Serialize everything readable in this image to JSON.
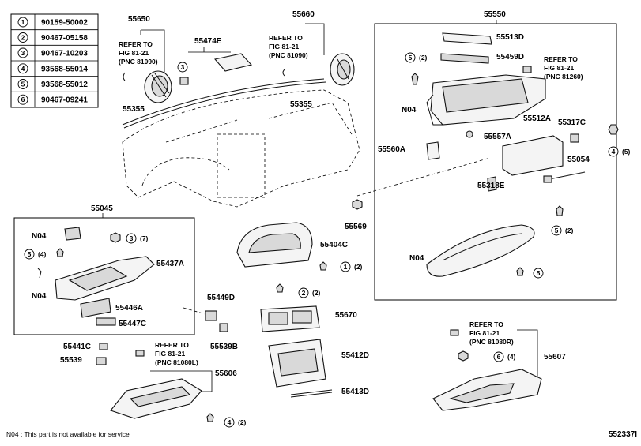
{
  "legend": [
    {
      "num": "1",
      "part": "90159-50002"
    },
    {
      "num": "2",
      "part": "90467-05158"
    },
    {
      "num": "3",
      "part": "90467-10203"
    },
    {
      "num": "4",
      "part": "93568-55014"
    },
    {
      "num": "5",
      "part": "93568-55012"
    },
    {
      "num": "6",
      "part": "90467-09241"
    }
  ],
  "labels": {
    "p55650": "55650",
    "p55660": "55660",
    "p55550": "55550",
    "p55474e": "55474E",
    "p55355a": "55355",
    "p55355b": "55355",
    "p55513d": "55513D",
    "p55459d": "55459D",
    "n04a": "N04",
    "p55557a": "55557A",
    "p55512a": "55512A",
    "p55317c": "55317C",
    "p55560a": "55560A",
    "p55054": "55054",
    "p55318e": "55318E",
    "p55569": "55569",
    "n04b": "N04",
    "p55045": "55045",
    "n04c": "N04",
    "n04d": "N04",
    "p55437a": "55437A",
    "p55446a": "55446A",
    "p55447c": "55447C",
    "p55404c": "55404C",
    "p55449d": "55449D",
    "p55670": "55670",
    "p55539b": "55539B",
    "p55441c": "55441C",
    "p55539": "55539",
    "p55412d": "55412D",
    "p55606": "55606",
    "p55413d": "55413D",
    "p55607": "55607"
  },
  "callouts": {
    "c3a": {
      "num": "3",
      "text": ""
    },
    "c5a": {
      "num": "5",
      "text": "(2)"
    },
    "c4a": {
      "num": "4",
      "text": "(5)"
    },
    "c5b": {
      "num": "5",
      "text": "(2)"
    },
    "c5c": {
      "num": "5",
      "text": ""
    },
    "c3b": {
      "num": "3",
      "text": "(7)"
    },
    "c5d": {
      "num": "5",
      "text": "(4)"
    },
    "c1a": {
      "num": "1",
      "text": "(2)"
    },
    "c2a": {
      "num": "2",
      "text": "(2)"
    },
    "c6a": {
      "num": "6",
      "text": "(4)"
    },
    "c4b": {
      "num": "4",
      "text": "(2)"
    }
  },
  "refers": {
    "r1": [
      "REFER TO",
      "FIG 81-21",
      "(PNC 81090)"
    ],
    "r2": [
      "REFER TO",
      "FIG 81-21",
      "(PNC 81090)"
    ],
    "r3": [
      "REFER TO",
      "FIG 81-21",
      "(PNC 81260)"
    ],
    "r4": [
      "REFER TO",
      "FIG 81-21",
      "(PNC 81080L)"
    ],
    "r5": [
      "REFER TO",
      "FIG 81-21",
      "(PNC 81080R)"
    ]
  },
  "footnote": "N04 : This part is not available for service",
  "diagram_id": "552337I"
}
